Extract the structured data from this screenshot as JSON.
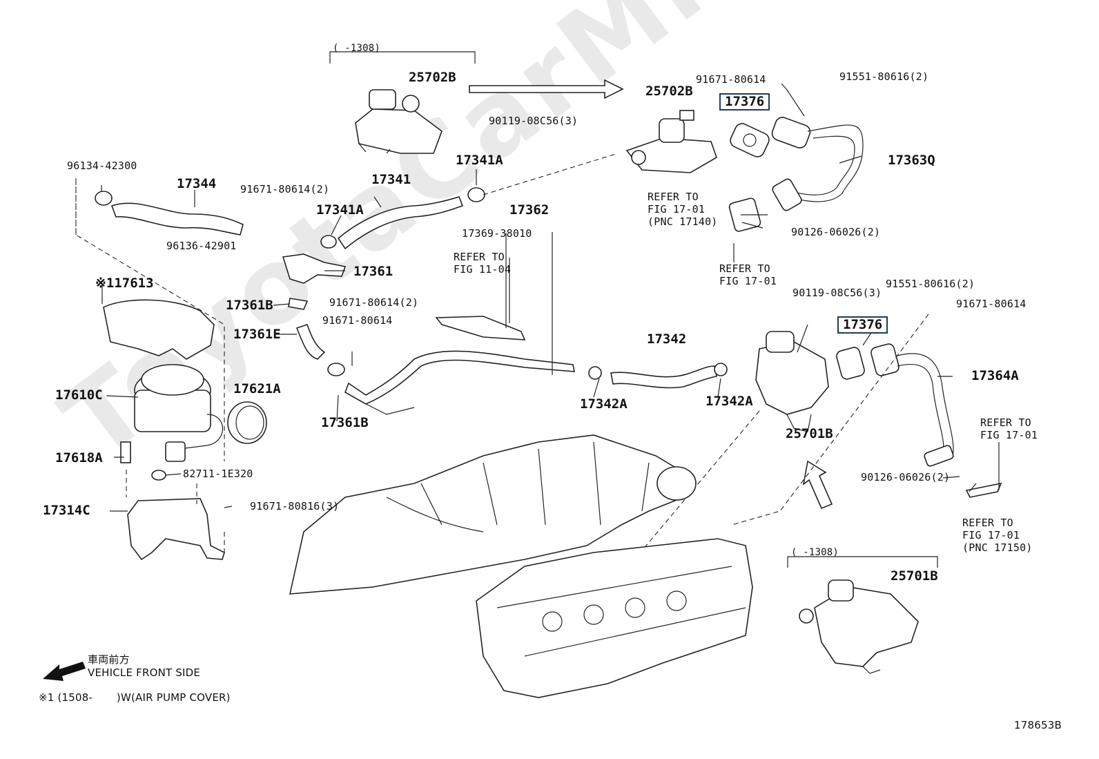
{
  "watermark": "ToyotaCarMine.ru",
  "figure_code": "178653B",
  "front_side": {
    "jp": "車両前方",
    "en": "VEHICLE FRONT SIDE"
  },
  "footnote": "※1 (1508-       )W(AIR PUMP COVER)",
  "brackets": {
    "top": "(     -1308)",
    "bottom": "(     -1308)"
  },
  "labels": {
    "p25702B_a": "25702B",
    "p25702B_b": "25702B",
    "p91671_80614_a": "91671-80614",
    "p91551_80616_a": "91551-80616(2)",
    "p17376_a": "17376",
    "p90119_a": "90119-08C56(3)",
    "p17363Q": "17363Q",
    "p96134": "96134-42300",
    "p17344": "17344",
    "p91671_2": "91671-80614(2)",
    "p17341": "17341",
    "p17341A_a": "17341A",
    "p17341A_b": "17341A",
    "refer_1701_a": [
      "REFER TO",
      "FIG 17-01",
      "(PNC 17140)"
    ],
    "p17362": "17362",
    "p96136": "96136-42901",
    "p17369": "17369-38010",
    "p90126_a": "90126-06026(2)",
    "refer_1104": [
      "REFER TO",
      "FIG 11-04"
    ],
    "p17361": "17361",
    "refer_1701_b": [
      "REFER TO",
      "FIG 17-01"
    ],
    "p17613": "※117613",
    "p91551_80616_b": "91551-80616(2)",
    "p90119_b": "90119-08C56(3)",
    "p17361B_a": "17361B",
    "p91671_2b": "91671-80614(2)",
    "p91671_80614_b": "91671-80614",
    "p17376_b": "17376",
    "p91671_80614_c": "91671-80614",
    "p17361E": "17361E",
    "p17342": "17342",
    "p17610C": "17610C",
    "p17621A": "17621A",
    "p17364A": "17364A",
    "p17342A_a": "17342A",
    "p17342A_b": "17342A",
    "p17361B_b": "17361B",
    "refer_1701_c": [
      "REFER TO",
      "FIG 17-01"
    ],
    "p25701B_a": "25701B",
    "p17618A": "17618A",
    "p82711": "82711-1E320",
    "p90126_b": "90126-06026(2)",
    "p17314C": "17314C",
    "p91671_80816": "91671-80816(3)",
    "refer_1701_d": [
      "REFER TO",
      "FIG 17-01",
      "(PNC 17150)"
    ],
    "p25701B_b": "25701B"
  }
}
